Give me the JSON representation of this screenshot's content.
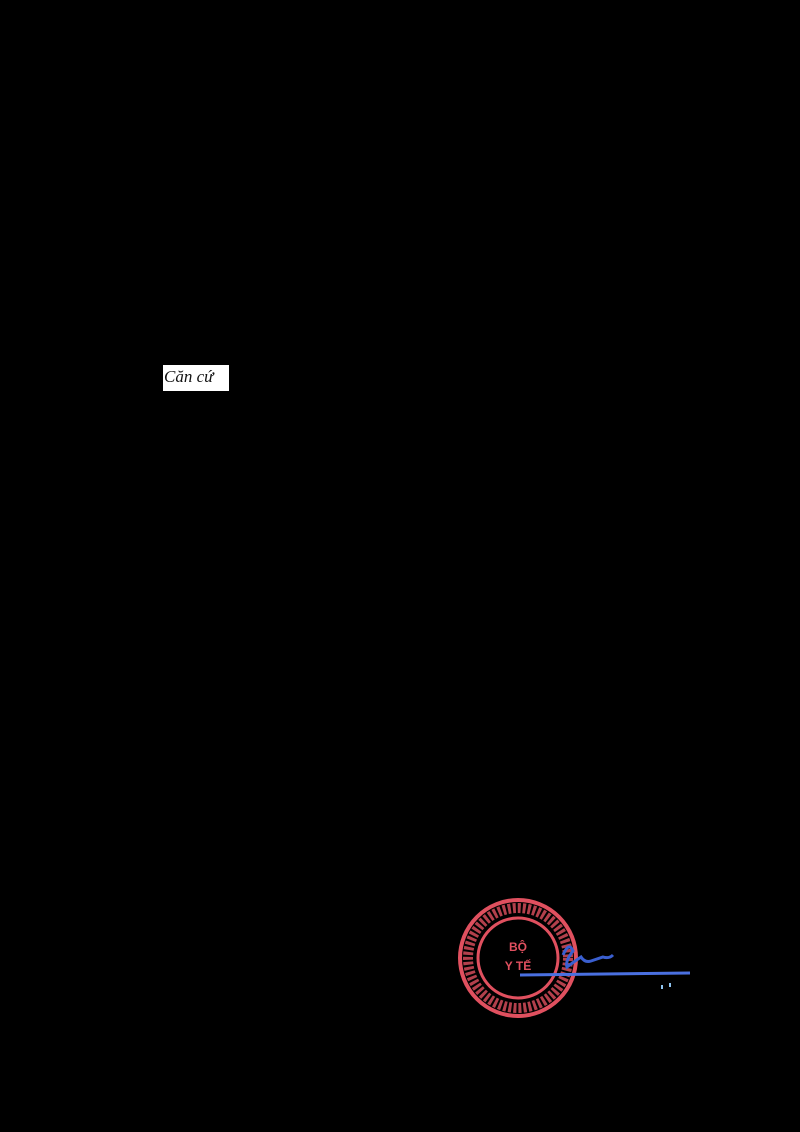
{
  "document": {
    "visible_text": "Căn cứ"
  },
  "stamp": {
    "center_line1": "BỘ",
    "center_line2": "Y TẾ",
    "color": "#e0505f"
  },
  "signature": {
    "color": "#3a5fd0"
  }
}
